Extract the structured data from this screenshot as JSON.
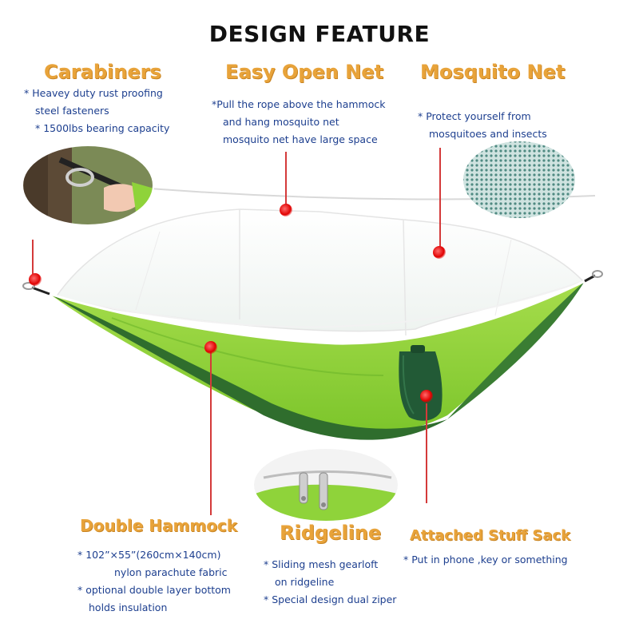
{
  "title": "DESIGN FEATURE",
  "features": {
    "carabiners": {
      "title": "Carabiners",
      "notes": [
        "* Heavey duty rust proofing",
        "steel fasteners",
        "* 1500lbs bearing capacity"
      ]
    },
    "easy_open_net": {
      "title": "Easy Open Net",
      "notes": [
        "*Pull the rope above the hammock",
        "and hang mosquito net",
        "mosquito net have large space"
      ]
    },
    "mosquito_net": {
      "title": "Mosquito Net",
      "notes": [
        "* Protect yourself from",
        "mosquitoes and insects"
      ]
    },
    "double_hammock": {
      "title": "Double Hammock",
      "notes": [
        "* 102”×55”(260cm×140cm)",
        "nylon parachute fabric",
        "* optional double layer bottom",
        "holds insulation"
      ]
    },
    "ridgeline": {
      "title": "Ridgeline",
      "notes": [
        "* Sliding mesh gearloft",
        "on ridgeline",
        "* Special design dual ziper"
      ]
    },
    "stuff_sack": {
      "title": "Attached Stuff Sack",
      "notes": [
        "* Put in phone ,key or something"
      ]
    }
  },
  "colors": {
    "heading_orange": "#e8a33a",
    "note_blue": "#1d3f8f",
    "hammock_light_green": "#8fd33a",
    "hammock_dark_green": "#2e6b2a",
    "marker_red": "#e00000"
  }
}
